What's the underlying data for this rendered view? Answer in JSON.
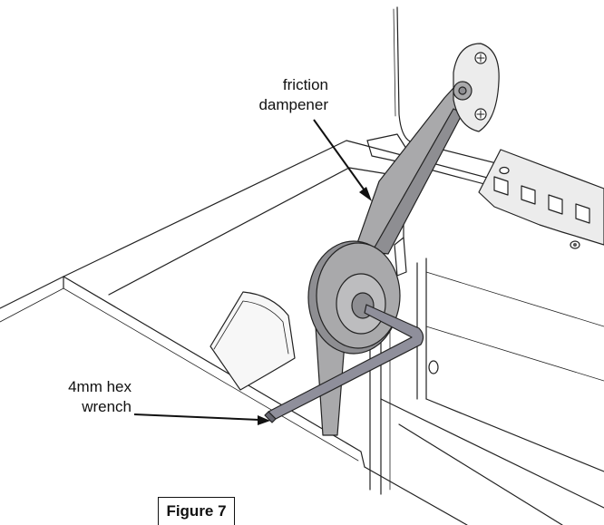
{
  "labels": {
    "friction_dampener": {
      "line1": "friction",
      "line2": "dampener"
    },
    "hex_wrench": {
      "line1": "4mm hex",
      "line2": "wrench"
    }
  },
  "figure_caption": "Figure 7",
  "colors": {
    "line": "#222222",
    "part_fill": "#a9a9ab",
    "part_shade": "#8e8e92",
    "wrench_fill": "#8f8f9b",
    "hinge_fill": "#ececec"
  }
}
